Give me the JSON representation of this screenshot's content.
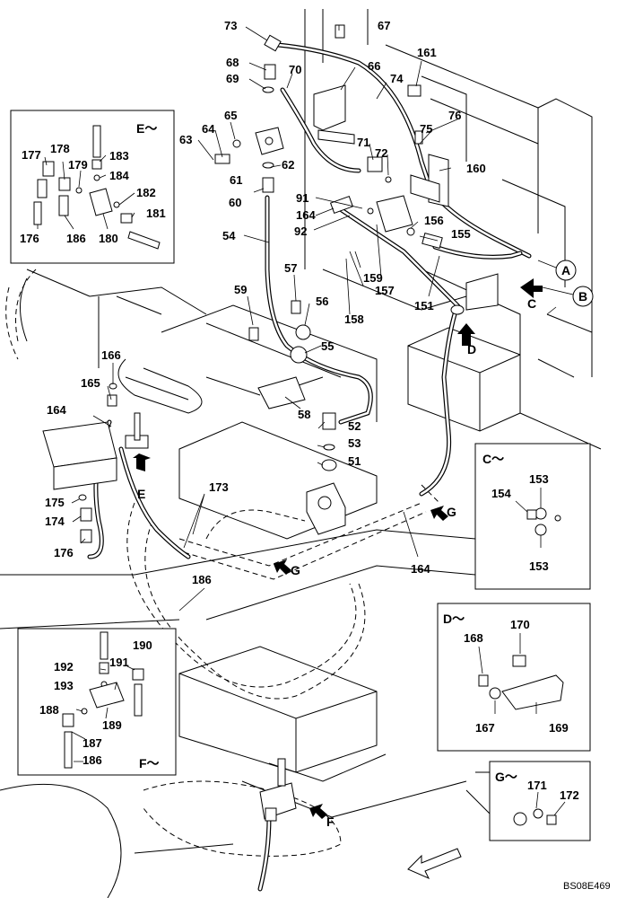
{
  "drawing_id": "BS08E469",
  "callouts": {
    "c73": "73",
    "c67": "67",
    "c68": "68",
    "c66": "66",
    "c161": "161",
    "c70": "70",
    "c74": "74",
    "c69": "69",
    "c65": "65",
    "c64": "64",
    "c63": "63",
    "c76": "76",
    "c75": "75",
    "c71": "71",
    "c72": "72",
    "c160": "160",
    "c62": "62",
    "c61": "61",
    "c60": "60",
    "c91": "91",
    "c164a": "164",
    "c92": "92",
    "c156": "156",
    "c155": "155",
    "c54": "54",
    "c57": "57",
    "c159": "159",
    "c157": "157",
    "c151": "151",
    "c59": "59",
    "c56": "56",
    "c158": "158",
    "c55": "55",
    "c166": "166",
    "c165": "165",
    "c164b": "164",
    "c58": "58",
    "c52": "52",
    "c53": "53",
    "c51": "51",
    "c173": "173",
    "c175": "175",
    "c174": "174",
    "c176": "176",
    "c164c": "164",
    "c186": "186",
    "e177": "177",
    "e178": "178",
    "e183": "183",
    "e179": "179",
    "e184": "184",
    "e182": "182",
    "e181": "181",
    "e176": "176",
    "e186": "186",
    "e180": "180",
    "cc153a": "153",
    "cc154": "154",
    "cc153b": "153",
    "f190": "190",
    "f192": "192",
    "f191": "191",
    "f193": "193",
    "f188": "188",
    "f189": "189",
    "f187": "187",
    "f186": "186",
    "d170": "170",
    "d168": "168",
    "d167": "167",
    "d169": "169",
    "g171": "171",
    "g172": "172"
  },
  "view_labels": {
    "e": "E",
    "d": "D",
    "f": "F",
    "g1": "G",
    "g2": "G",
    "c": "C",
    "circle_a": "A",
    "circle_b": "B"
  },
  "inset_titles": {
    "e": "E～",
    "c": "C～",
    "d": "D～",
    "f": "F～",
    "g": "G～"
  },
  "icons": [
    "view-arrow-icon",
    "front-direction-arrow-icon"
  ]
}
